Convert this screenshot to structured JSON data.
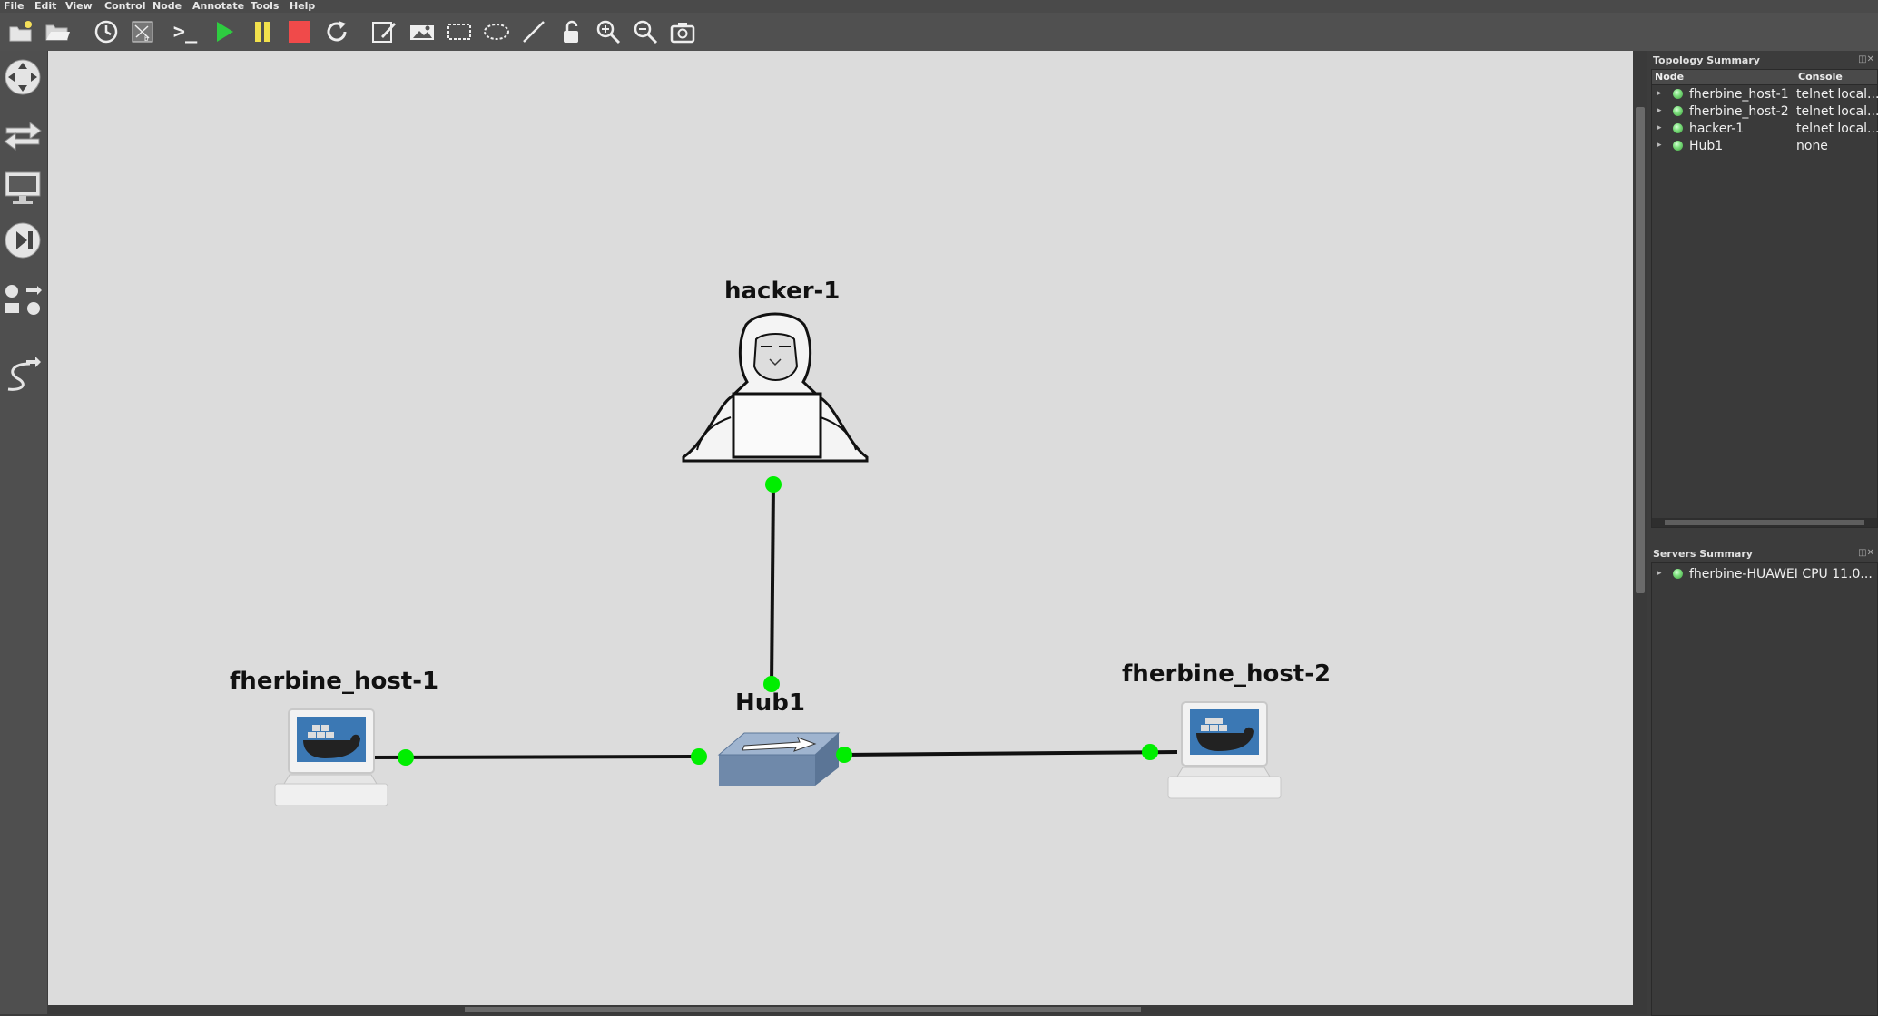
{
  "menu": [
    "File",
    "Edit",
    "View",
    "Control",
    "Node",
    "Annotate",
    "Tools",
    "Help"
  ],
  "toolbar": {
    "icons": [
      "new-project-icon",
      "open-project-icon",
      "snapshot-icon",
      "show-interfaces-icon",
      "console-all-icon",
      "start-all-icon",
      "suspend-all-icon",
      "stop-all-icon",
      "reload-all-icon",
      "add-note-icon",
      "insert-picture-icon",
      "draw-rectangle-icon",
      "draw-ellipse-icon",
      "draw-line-icon",
      "lock-icon",
      "zoom-in-icon",
      "zoom-out-icon",
      "screenshot-icon"
    ],
    "console_glyph": ">_"
  },
  "colors": {
    "link_dot": "#00ee00",
    "status_running": "#5fd35f",
    "canvas_bg": "#dcdcdc",
    "start_green": "#2ecc40",
    "pause_yellow": "#f2e14c",
    "stop_red": "#f04a4a"
  },
  "topology": {
    "nodes": [
      {
        "name": "hacker-1",
        "type": "hacker"
      },
      {
        "name": "fherbine_host-1",
        "type": "docker-host"
      },
      {
        "name": "Hub1",
        "type": "hub"
      },
      {
        "name": "fherbine_host-2",
        "type": "docker-host"
      }
    ],
    "links": [
      {
        "from": "hacker-1",
        "to": "Hub1"
      },
      {
        "from": "fherbine_host-1",
        "to": "Hub1"
      },
      {
        "from": "Hub1",
        "to": "fherbine_host-2"
      }
    ]
  },
  "topology_summary": {
    "title": "Topology Summary",
    "columns": [
      "Node",
      "Console"
    ],
    "rows": [
      {
        "name": "fherbine_host-1",
        "console": "telnet local..."
      },
      {
        "name": "fherbine_host-2",
        "console": "telnet local..."
      },
      {
        "name": "hacker-1",
        "console": "telnet local..."
      },
      {
        "name": "Hub1",
        "console": "none"
      }
    ]
  },
  "servers_summary": {
    "title": "Servers Summary",
    "rows": [
      {
        "name": "fherbine-HUAWEI CPU 11.0..."
      }
    ]
  }
}
